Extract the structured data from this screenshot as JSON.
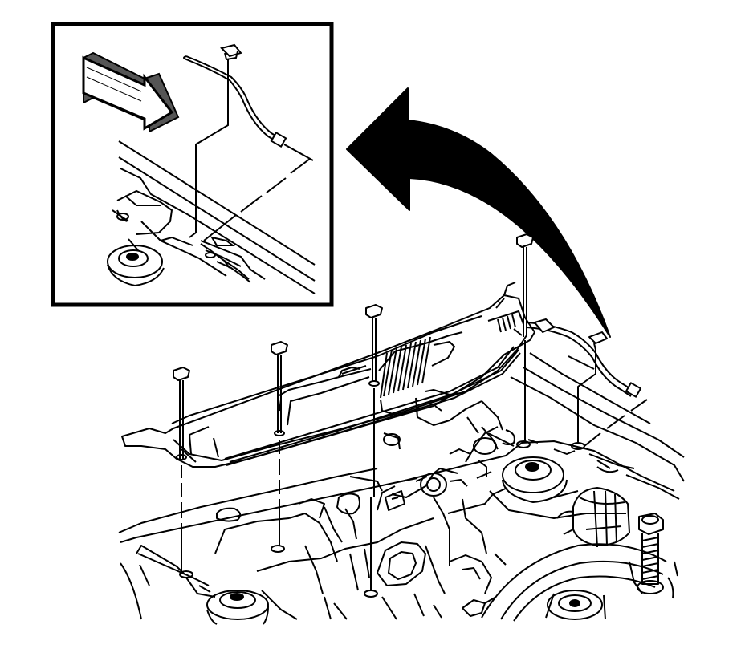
{
  "diagram": {
    "colors": {
      "ink": "#000000",
      "paper": "#ffffff",
      "shade": "#555555"
    },
    "icons": {
      "detail_view": "magnified-detail-inset",
      "direction_arrow": "direction-arrow-icon",
      "curved_arrow": "curved-arrow-icon",
      "fastener": "bolt-icon"
    },
    "fasteners": [
      {
        "name": "bolt-1"
      },
      {
        "name": "bolt-2"
      },
      {
        "name": "bolt-3"
      },
      {
        "name": "bolt-4"
      }
    ]
  }
}
